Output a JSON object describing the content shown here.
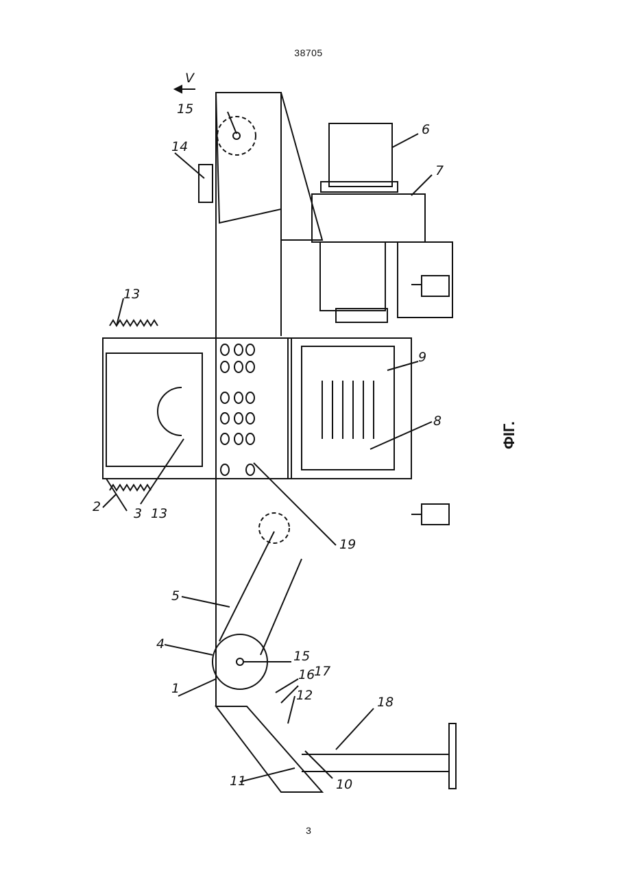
{
  "header": {
    "doc_number": "38705"
  },
  "footer": {
    "page_number": "3"
  },
  "figure": {
    "caption": "ФІГ.",
    "view_marker": "V",
    "part_numbers": [
      "1",
      "2",
      "3",
      "4",
      "5",
      "6",
      "7",
      "8",
      "9",
      "10",
      "11",
      "12",
      "13",
      "13",
      "14",
      "15",
      "15",
      "16",
      "17",
      "18",
      "19"
    ]
  }
}
